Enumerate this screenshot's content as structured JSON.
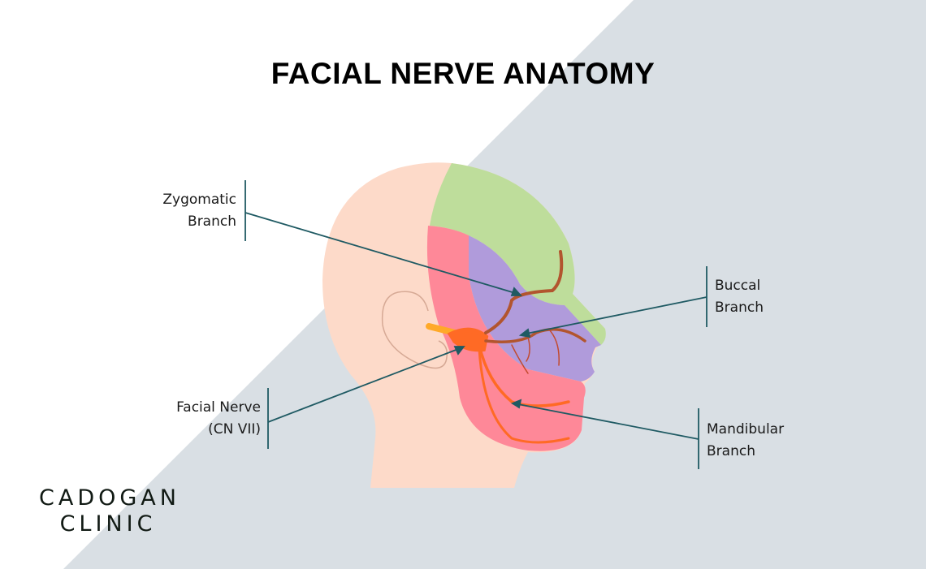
{
  "title": "FACIAL NERVE ANATOMY",
  "labels": {
    "zygomatic": [
      "Zygomatic",
      "Branch"
    ],
    "buccal": [
      "Buccal",
      "Branch"
    ],
    "facial": [
      "Facial Nerve",
      "(CN VII)"
    ],
    "mandibular": [
      "Mandibular",
      "Branch"
    ]
  },
  "logo": [
    "CADOGAN",
    "CLINIC"
  ],
  "colors": {
    "background_gray": "#d9dfe4",
    "skin": "#fddac9",
    "zygomatic_region": "#bedd9b",
    "buccal_region": "#b09bdb",
    "mandibular_region": "#fe8898",
    "nerve": "#ff6a25",
    "leader_line": "#1f5a63"
  }
}
